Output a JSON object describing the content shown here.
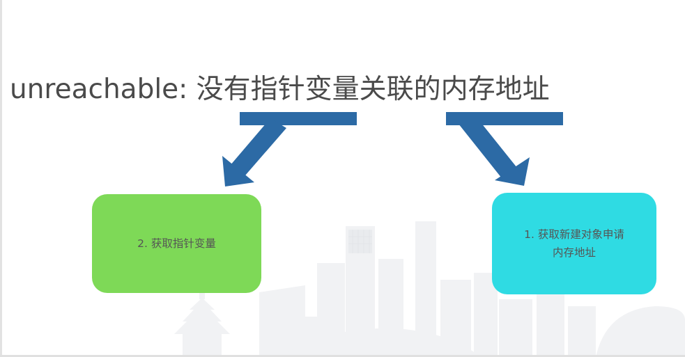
{
  "slide": {
    "title": "unreachable: 没有指针变量关联的内存地址"
  },
  "boxes": {
    "left_label": "2. 获取指针变量",
    "right_label": "1. 获取新建对象申请内存地址"
  },
  "colors": {
    "title_text": "#4a4a4a",
    "arrow": "#2c6aa5",
    "left_box": "#7ed957",
    "right_box": "#2fdbe3",
    "box_text": "#555555",
    "skyline": "#f2f3f5"
  }
}
